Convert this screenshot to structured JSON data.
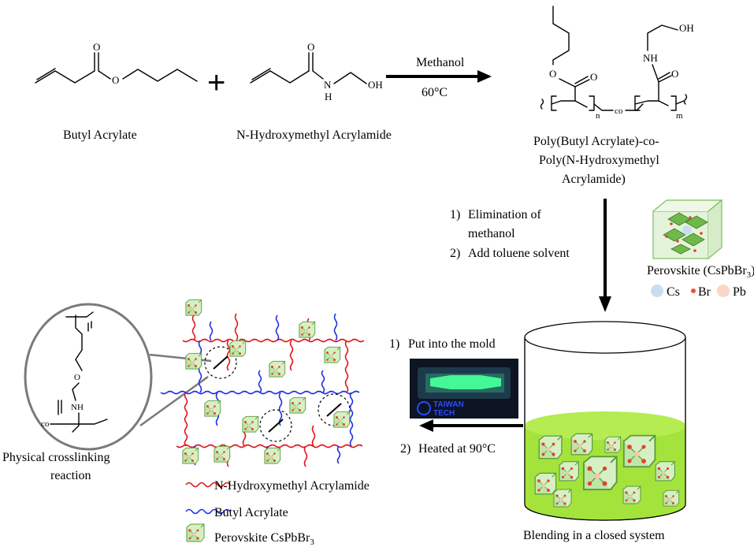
{
  "reactants": {
    "butyl_acrylate": "Butyl Acrylate",
    "plus": "+",
    "nhma": "N-Hydroxymethyl Acrylamide"
  },
  "reaction_arrow": {
    "solvent": "Methanol",
    "temperature": "60°C"
  },
  "product": {
    "line1": "Poly(Butyl Acrylate)-co-",
    "line2": "Poly(N-Hydroxymethyl",
    "line3": "Acrylamide)"
  },
  "structure_labels": {
    "o": "O",
    "nh": "NH",
    "n_atom": "N",
    "h_atom": "H",
    "oh": "OH",
    "sub_n": "n",
    "sub_m": "m",
    "co": "co"
  },
  "steps_down": {
    "step1_num": "1)",
    "step1_line1": "Elimination of",
    "step1_line2": "methanol",
    "step2_num": "2)",
    "step2": "Add toluene solvent"
  },
  "perovskite_box": {
    "title_prefix": "Perovskite (CsPbBr",
    "title_sub": "3",
    "title_suffix": ")",
    "legend": [
      {
        "label": "Cs",
        "color": "#c9ddf0"
      },
      {
        "label": "Br",
        "color": "#f0503c"
      },
      {
        "label": "Pb",
        "color": "#f6d8c4"
      }
    ]
  },
  "beaker": {
    "caption": "Blending in a closed system",
    "fill_color": "#a4e33c"
  },
  "steps_left": {
    "step1_num": "1)",
    "step1": "Put into the mold",
    "step2_num": "2)",
    "step2": "Heated at 90°C"
  },
  "photo": {
    "glow_color": "#46ff9a",
    "brand_line1": "TAIWAN",
    "brand_line2": "TECH"
  },
  "crosslink": {
    "caption_line1": "Physical crosslinking",
    "caption_line2": "reaction"
  },
  "network_legend": [
    {
      "label": "N-Hydroxymethyl Acrylamide",
      "line": "red"
    },
    {
      "label": "Butyl Acrylate",
      "line": "blue"
    },
    {
      "label_prefix": "Perovskite CsPbBr",
      "label_sub": "3",
      "line": "crystal"
    }
  ],
  "colors": {
    "red_chain": "#e0161b",
    "blue_chain": "#1f2fe0",
    "crystal_green": "#a8dc8c"
  }
}
